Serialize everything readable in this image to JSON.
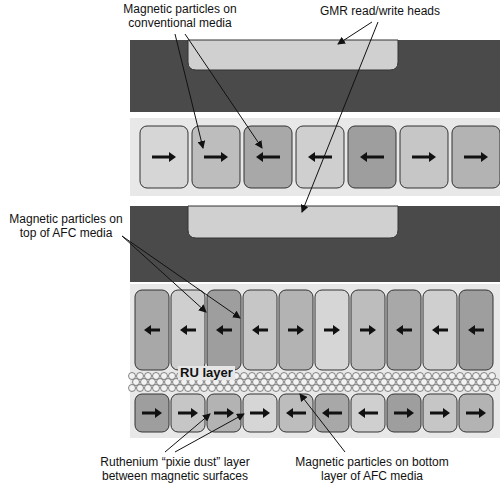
{
  "diagram": {
    "labels": [
      "Magnetic particles on conventional media",
      "GMR read/write heads",
      "Magnetic particles on top of AFC media",
      "RU layer",
      "Ruthenium “pixie dust” layer between magnetic surfaces",
      "Magnetic particles on bottom layer of AFC media"
    ]
  }
}
